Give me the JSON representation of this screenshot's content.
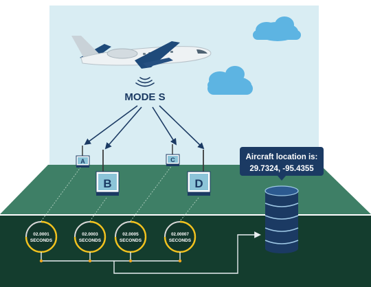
{
  "signal": {
    "label": "MODE S"
  },
  "location_callout": {
    "title": "Aircraft location is:",
    "coords": "29.7324, -95.4355"
  },
  "receivers": [
    {
      "letter": "A"
    },
    {
      "letter": "B"
    },
    {
      "letter": "C"
    },
    {
      "letter": "D"
    }
  ],
  "timers": [
    {
      "time": "02.0001",
      "unit": "SECONDS"
    },
    {
      "time": "02.0003",
      "unit": "SECONDS"
    },
    {
      "time": "02.0005",
      "unit": "SECONDS"
    },
    {
      "time": "02.00007",
      "unit": "SECONDS"
    }
  ],
  "colors": {
    "sky": "#d9edf3",
    "ground_top": "#3e7f66",
    "ground_front": "#143d2e",
    "navy": "#1b3a63",
    "accent_yellow": "#f2c21d",
    "cloud": "#5db4e2"
  },
  "icons": {
    "aircraft": "airplane-icon",
    "signal": "radio-wave-icon",
    "server": "database-icon"
  }
}
